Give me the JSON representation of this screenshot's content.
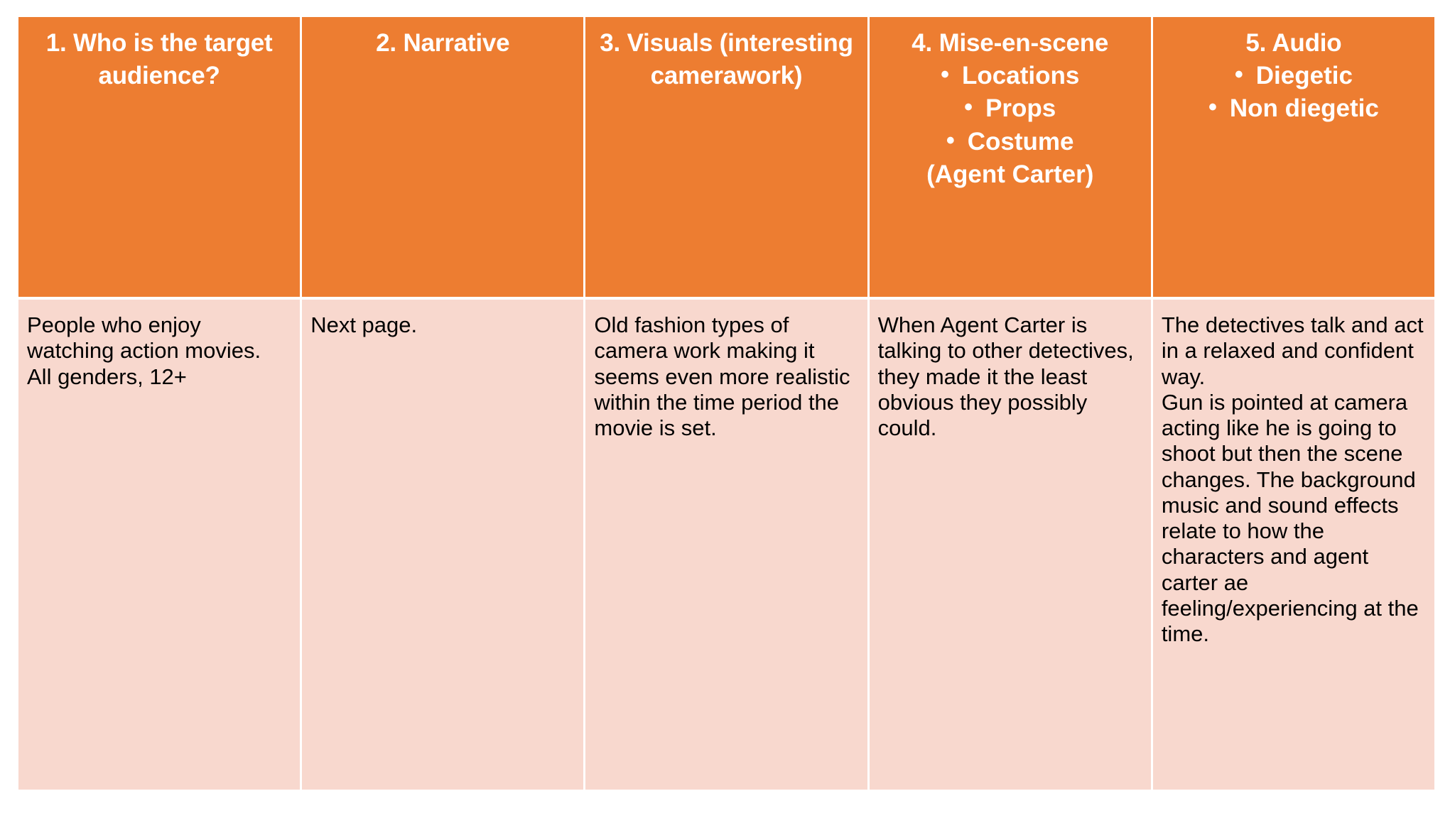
{
  "slide": {
    "background_color": "#FFFFFF",
    "header_color": "#ED7D31",
    "body_color": "#F8D8CE",
    "header_text_color": "#FFFFFF",
    "body_text_color": "#000000"
  },
  "table": {
    "columns": [
      {
        "id": "target-audience",
        "header": {
          "title": "1. Who is the target audience?",
          "bullets": [],
          "note": ""
        },
        "body": "People who enjoy watching action movies.\nAll genders, 12+"
      },
      {
        "id": "narrative",
        "header": {
          "title": "2. Narrative",
          "bullets": [],
          "note": ""
        },
        "body": "Next page."
      },
      {
        "id": "visuals",
        "header": {
          "title": "3. Visuals (interesting camerawork)",
          "bullets": [],
          "note": ""
        },
        "body": "Old fashion types of camera work making it seems even more realistic within the time period the movie is set."
      },
      {
        "id": "mise-en-scene",
        "header": {
          "title": "4. Mise-en-scene",
          "bullets": [
            "Locations",
            "Props",
            "Costume"
          ],
          "note": "(Agent Carter)"
        },
        "body": "When Agent Carter is talking to other detectives, they made it the least obvious they possibly could."
      },
      {
        "id": "audio",
        "header": {
          "title": "5. Audio",
          "bullets": [
            "Diegetic",
            "Non diegetic"
          ],
          "note": ""
        },
        "body": "The detectives talk and act in a relaxed and confident way.\nGun is pointed at camera acting like he is going to shoot but then the scene changes. The background music and sound effects relate to how the characters and agent carter ae feeling/experiencing at the time."
      }
    ],
    "bullet_glyph": "•"
  }
}
